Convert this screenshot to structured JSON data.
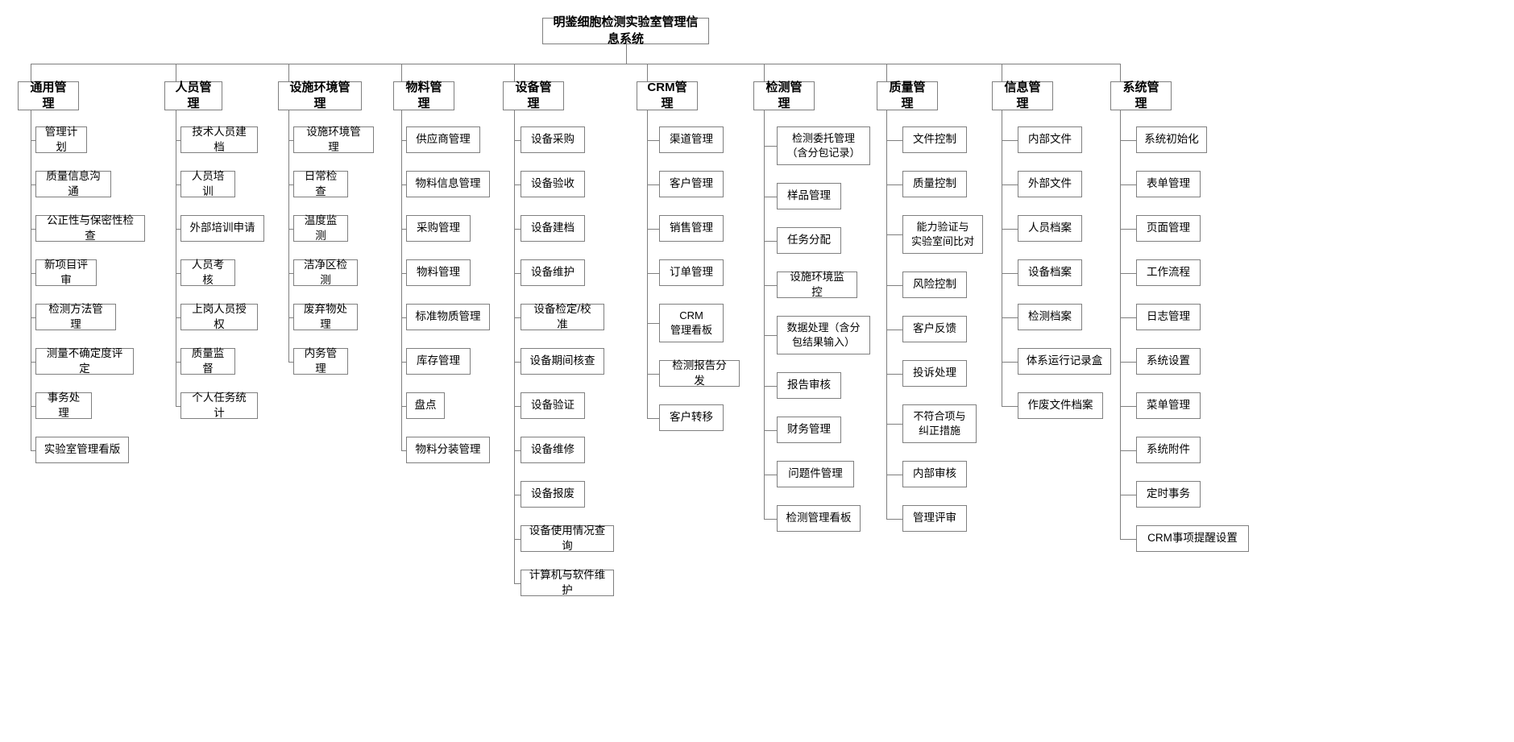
{
  "diagram": {
    "type": "org-chart",
    "title": "明鉴细胞检测实验室管理信息系统",
    "orientation": "top-down",
    "line_color": "#7f7f7f",
    "box_fill": "#ffffff",
    "text_color": "#000000",
    "columns": [
      {
        "id": "general",
        "label": "通用管理",
        "items": [
          "管理计划",
          "质量信息沟通",
          "公正性与保密性检查",
          "新项目评审",
          "检测方法管理",
          "测量不确定度评定",
          "事务处理",
          "实验室管理看版"
        ]
      },
      {
        "id": "personnel",
        "label": "人员管理",
        "items": [
          "技术人员建档",
          "人员培训",
          "外部培训申请",
          "人员考核",
          "上岗人员授权",
          "质量监督",
          "个人任务统计"
        ]
      },
      {
        "id": "facility",
        "label": "设施环境管理",
        "items": [
          "设施环境管理",
          "日常检查",
          "温度监测",
          "洁净区检测",
          "废弃物处理",
          "内务管理"
        ]
      },
      {
        "id": "material",
        "label": "物料管理",
        "items": [
          "供应商管理",
          "物料信息管理",
          "采购管理",
          "物料管理",
          "标准物质管理",
          "库存管理",
          "盘点",
          "物料分装管理"
        ]
      },
      {
        "id": "equipment",
        "label": "设备管理",
        "items": [
          "设备采购",
          "设备验收",
          "设备建档",
          "设备维护",
          "设备检定/校准",
          "设备期间核查",
          "设备验证",
          "设备维修",
          "设备报废",
          "设备使用情况查询",
          "计算机与软件维护"
        ]
      },
      {
        "id": "crm",
        "label": "CRM管理",
        "items": [
          "渠道管理",
          "客户管理",
          "销售管理",
          "订单管理",
          "CRM\n管理看板",
          "检测报告分发",
          "客户转移"
        ]
      },
      {
        "id": "testing",
        "label": "检测管理",
        "items": [
          "检测委托管理\n（含分包记录）",
          "样品管理",
          "任务分配",
          "设施环境监控",
          "数据处理（含分\n包结果输入）",
          "报告审核",
          "财务管理",
          "问题件管理",
          "检测管理看板"
        ]
      },
      {
        "id": "quality",
        "label": "质量管理",
        "items": [
          "文件控制",
          "质量控制",
          "能力验证与\n实验室间比对",
          "风险控制",
          "客户反馈",
          "投诉处理",
          "不符合项与\n纠正措施",
          "内部审核",
          "管理评审"
        ]
      },
      {
        "id": "information",
        "label": "信息管理",
        "items": [
          "内部文件",
          "外部文件",
          "人员档案",
          "设备档案",
          "检测档案",
          "体系运行记录盒",
          "作废文件档案"
        ]
      },
      {
        "id": "system",
        "label": "系统管理",
        "items": [
          "系统初始化",
          "表单管理",
          "页面管理",
          "工作流程",
          "日志管理",
          "系统设置",
          "菜单管理",
          "系统附件",
          "定时事务",
          "CRM事项提醒设置"
        ]
      }
    ]
  }
}
